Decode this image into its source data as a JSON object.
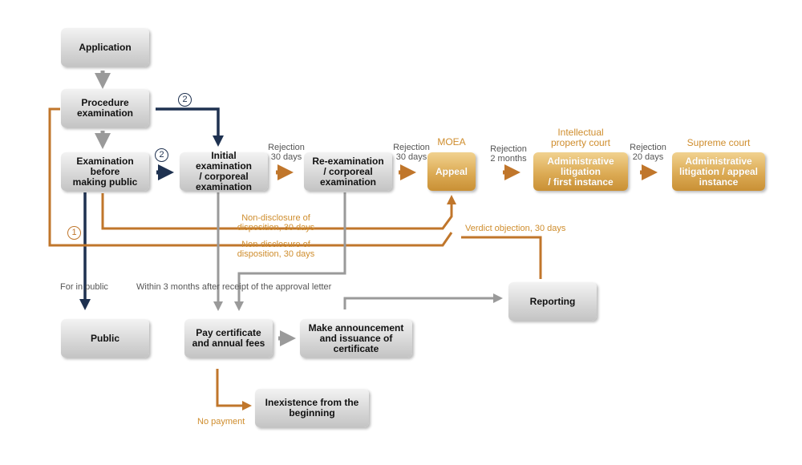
{
  "boxes": {
    "application": "Application",
    "procedure": "Procedure\nexamination",
    "exam_before_public": "Examination\nbefore\nmaking public",
    "initial": "Initial\nexamination\n/ corporeal\nexamination",
    "reexam": "Re-examination\n/ corporeal\nexamination",
    "appeal": "Appeal",
    "admin_first": "Administrative\nlitigation\n/ first instance",
    "admin_appeal": "Administrative\nlitigation / appeal\ninstance",
    "public": "Public",
    "pay": "Pay certificate\nand annual fees",
    "announce": "Make announcement\nand issuance of\ncertificate",
    "reporting": "Reporting",
    "inexistence": "Inexistence from the\nbeginning"
  },
  "headings": {
    "moea": "MOEA",
    "ip_court": "Intellectual\nproperty court",
    "supreme": "Supreme court"
  },
  "labels": {
    "rejection_30_a": "Rejection\n30 days",
    "rejection_30_b": "Rejection\n30 days",
    "rejection_2m": "Rejection\n2 months",
    "rejection_20": "Rejection\n20 days",
    "nondisclosure_1": "Non-disclosure of\ndisposition, 30 days",
    "nondisclosure_2": "Non-disclosure of\ndisposition, 30 days",
    "verdict": "Verdict objection, 30 days",
    "for_public": "For in public",
    "within_3_months": "Within 3 months after receipt of the approval letter",
    "no_payment": "No payment"
  },
  "markers": {
    "one": "1",
    "two_a": "2",
    "two_b": "2"
  },
  "colors": {
    "navy": "#1e3150",
    "orange": "#c0762b",
    "gray_arrow": "#9a9a9a",
    "gold_box": "#dcab55"
  }
}
